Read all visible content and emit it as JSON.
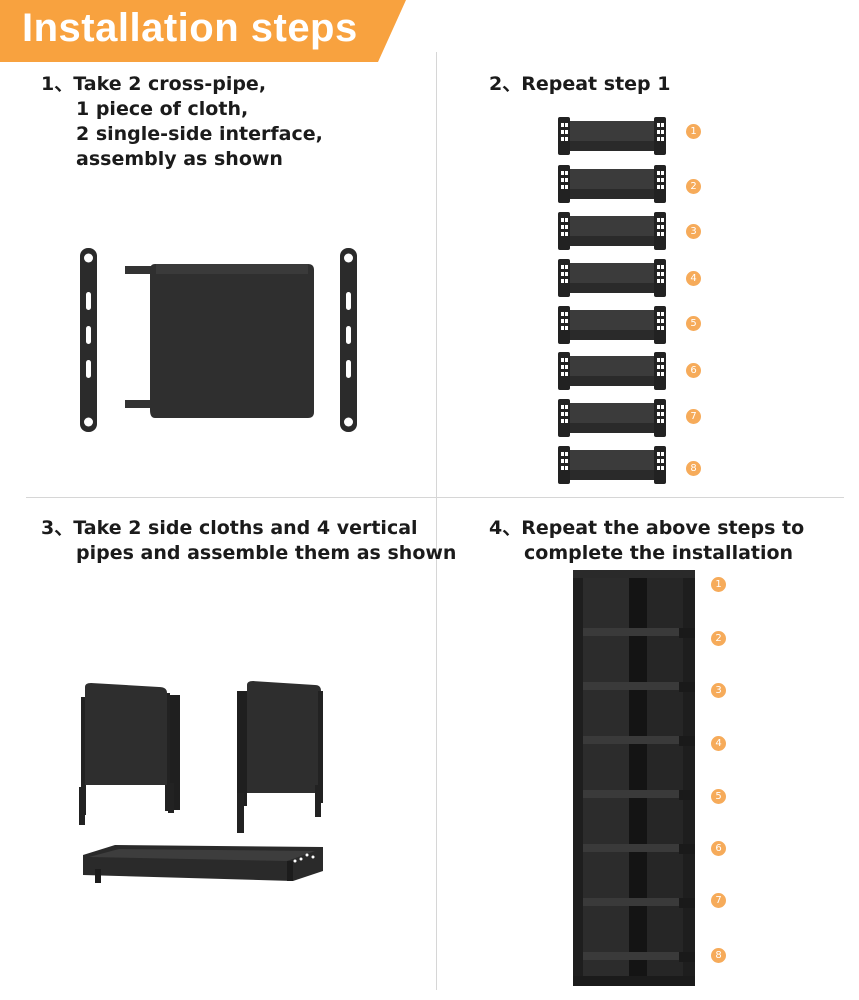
{
  "banner": {
    "title": "Installation steps",
    "color": "#f8a23f"
  },
  "steps": [
    {
      "num": "1、",
      "lines": [
        "Take 2 cross-pipe,",
        "1 piece of cloth,",
        "2 single-side interface,",
        "assembly as shown"
      ]
    },
    {
      "num": "2、",
      "lines": [
        "Repeat step 1"
      ]
    },
    {
      "num": "3、",
      "lines": [
        "Take 2 side cloths and 4 vertical",
        "pipes and assemble them as shown"
      ]
    },
    {
      "num": "4、",
      "lines": [
        "Repeat the above steps to",
        "complete the installation"
      ]
    }
  ],
  "step2_badges": [
    "1",
    "2",
    "3",
    "4",
    "5",
    "6",
    "7",
    "8"
  ],
  "step4_badges": [
    "1",
    "2",
    "3",
    "4",
    "5",
    "6",
    "7",
    "8"
  ],
  "colors": {
    "accent": "#f6ab5a",
    "product": "#2b2b2b",
    "divider": "#d6d6d6"
  },
  "icons": [
    "interface-bracket-icon",
    "cloth-panel-icon",
    "shelf-layer-icon",
    "side-frame-icon",
    "shoe-rack-tower-icon"
  ]
}
